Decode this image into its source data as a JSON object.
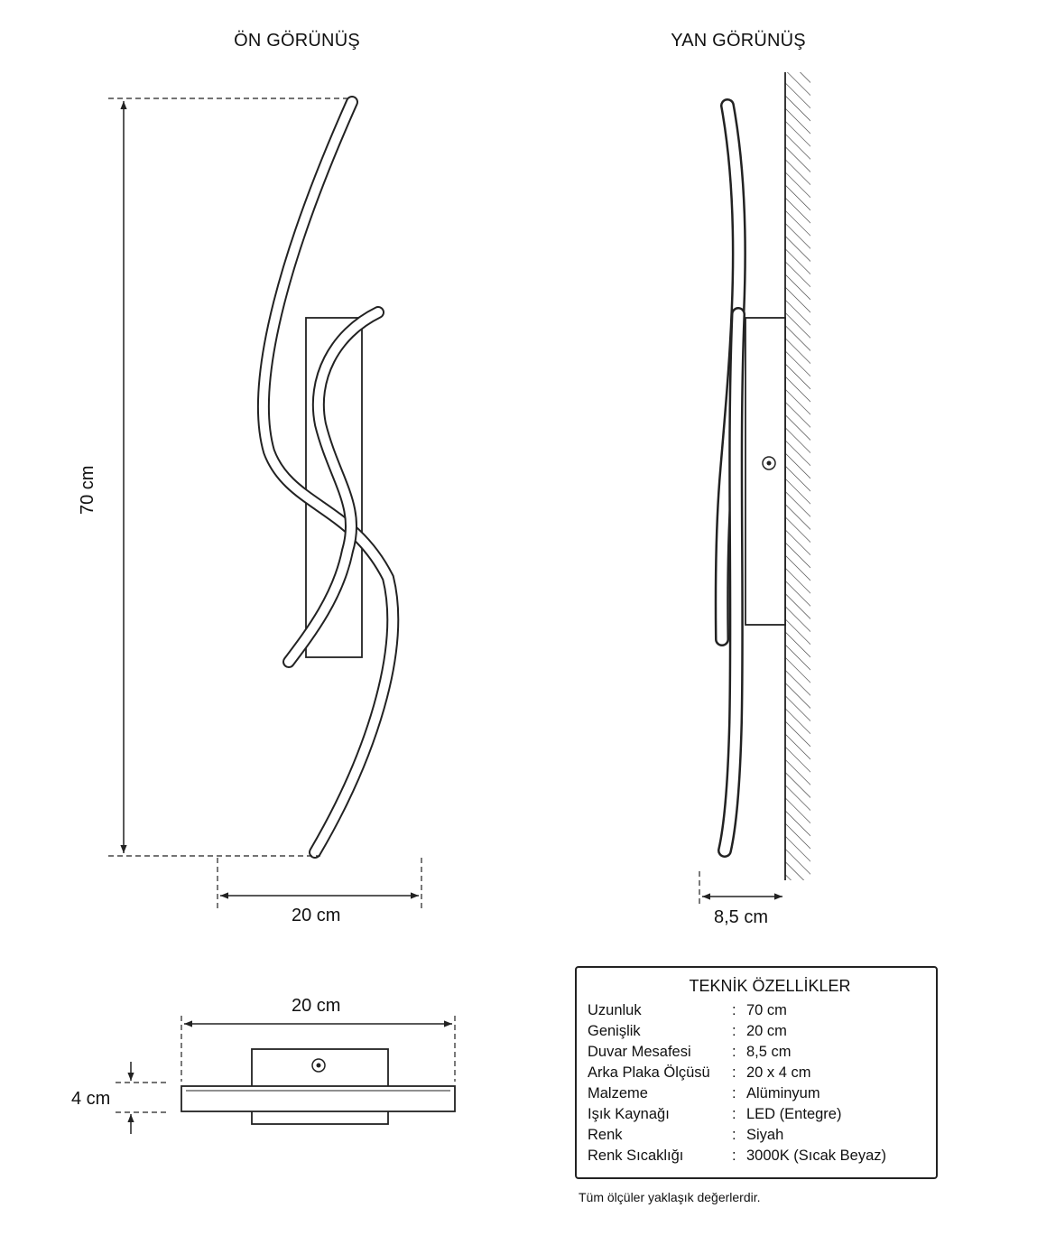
{
  "views": {
    "front_title": "ÖN GÖRÜNÜŞ",
    "side_title": "YAN GÖRÜNÜŞ"
  },
  "dimensions": {
    "front_height": "70 cm",
    "front_width": "20 cm",
    "side_depth": "8,5 cm",
    "top_width": "20 cm",
    "top_height": "4 cm"
  },
  "specs": {
    "title": "TEKNİK ÖZELLİKLER",
    "separator": ":",
    "rows": [
      {
        "label": "Uzunluk",
        "value": "70 cm"
      },
      {
        "label": "Genişlik",
        "value": "20 cm"
      },
      {
        "label": "Duvar Mesafesi",
        "value": "8,5 cm"
      },
      {
        "label": "Arka Plaka Ölçüsü",
        "value": "20 x 4 cm"
      },
      {
        "label": "Malzeme",
        "value": "Alüminyum"
      },
      {
        "label": "Işık Kaynağı",
        "value": "LED (Entegre)"
      },
      {
        "label": "Renk",
        "value": "Siyah"
      },
      {
        "label": "Renk Sıcaklığı",
        "value": "3000K (Sıcak Beyaz)"
      }
    ]
  },
  "footnote": "Tüm ölçüler yaklaşık değerlerdir.",
  "colors": {
    "line": "#222222",
    "background": "#ffffff"
  }
}
